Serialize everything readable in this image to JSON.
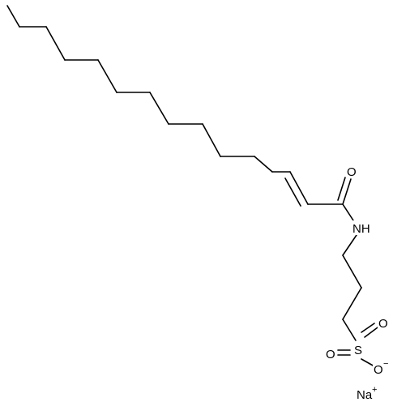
{
  "molecule": {
    "atoms": {
      "carbonyl_oxygen": "O",
      "amide_nitrogen": "NH",
      "sulfur": "S",
      "sulfonyl_oxygen_top": "O",
      "sulfonyl_oxygen_left": "O",
      "sulfonate_oxygen": "O",
      "sulfonate_charge": "−",
      "counterion": "Na",
      "counterion_charge": "+"
    }
  }
}
